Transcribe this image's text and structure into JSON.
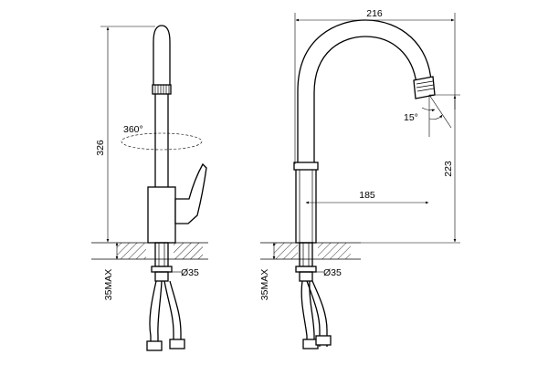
{
  "dimensions": {
    "overall_height": "326",
    "rotation": "360°",
    "diameter_left": "Ø35",
    "max_thickness_left": "35MAX",
    "overall_width": "216",
    "angle": "15°",
    "spout_height": "223",
    "spout_reach": "185",
    "diameter_right": "Ø35",
    "max_thickness_right": "35MAX"
  }
}
